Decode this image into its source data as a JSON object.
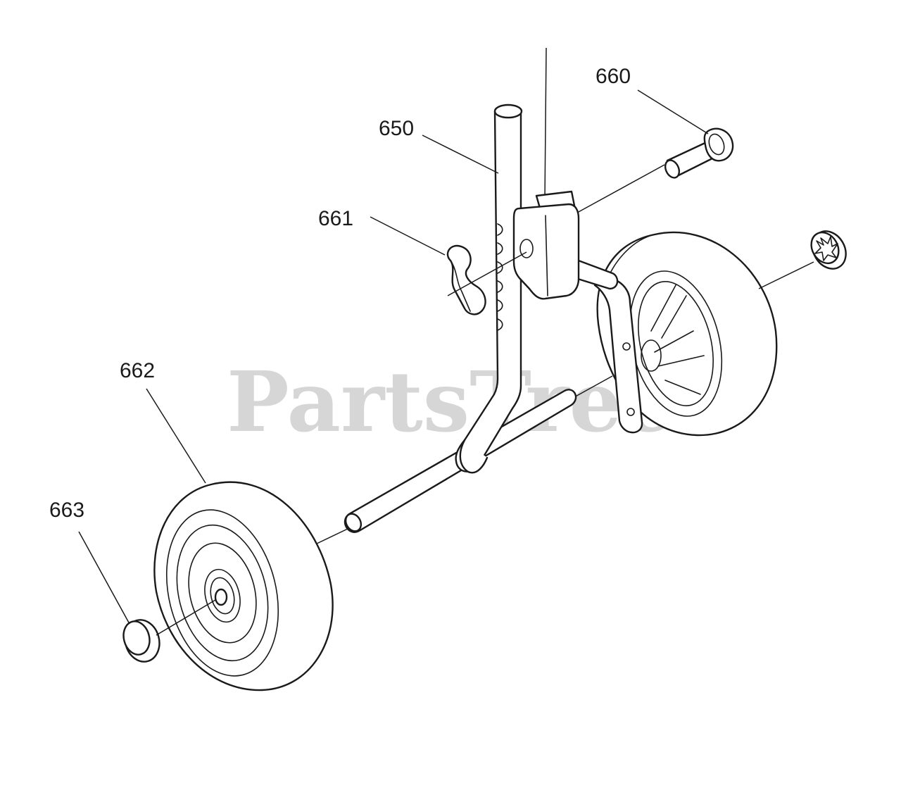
{
  "watermark": "PartsTree",
  "callouts": {
    "bolt": "660",
    "support_bar": "650",
    "hairpin_clip": "661",
    "wheel": "662",
    "hub_cap": "663"
  }
}
